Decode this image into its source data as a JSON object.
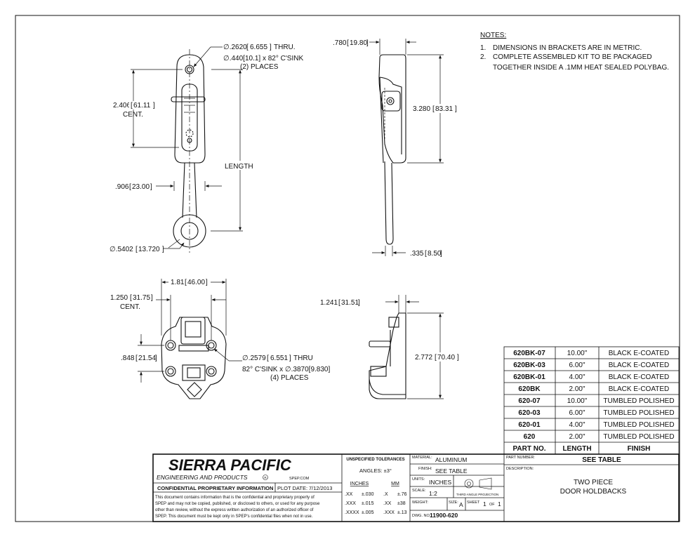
{
  "notes": {
    "title": "NOTES:",
    "items": [
      {
        "num": "1.",
        "text": "DIMENSIONS IN BRACKETS ARE IN METRIC."
      },
      {
        "num": "2.",
        "text": "COMPLETE ASSEMBLED KIT TO BE PACKAGED"
      },
      {
        "num": "",
        "text": "TOGETHER INSIDE A .1MM HEAT SEALED POLYBAG."
      }
    ]
  },
  "views": {
    "front_top": {
      "hole_callout_1": "∅.2620",
      "hole_callout_1m": "6.655",
      "hole_callout_1b": "THRU.",
      "hole_callout_2": "∅.440[10.1] x 82° C'SINK",
      "hole_callout_3": "(2) PLACES",
      "cent_in": "2.406",
      "cent_mm": "61.11",
      "cent_lbl": "CENT.",
      "length_lbl": "LENGTH",
      "width_in": ".906",
      "width_mm": "23.00",
      "ring_in": "∅.5402",
      "ring_mm": "13.720"
    },
    "side_top": {
      "top_in": ".780",
      "top_mm": "19.80",
      "height_in": "3.280",
      "height_mm": "83.31",
      "thk_in": ".335",
      "thk_mm": "8.50"
    },
    "front_bottom": {
      "width_in": "1.81",
      "width_mm": "46.00",
      "cent_in": "1.250",
      "cent_mm": "31.75",
      "cent_lbl": "CENT.",
      "vert_in": ".848",
      "vert_mm": "21.54",
      "hole_1": "∅.2579",
      "hole_1m": "6.551",
      "hole_1b": "THRU",
      "hole_2": "82° C'SINK  x  ∅.3870[9.830]",
      "hole_3": "(4) PLACES"
    },
    "side_bottom": {
      "top_in": "1.241",
      "top_mm": "31.51",
      "height_in": "2.772",
      "height_mm": "70.40"
    }
  },
  "parts_table": {
    "headers": [
      "PART NO.",
      "LENGTH",
      "FINISH"
    ],
    "rows": [
      [
        "620BK-07",
        "10.00\"",
        "BLACK E-COATED"
      ],
      [
        "620BK-03",
        "6.00\"",
        "BLACK E-COATED"
      ],
      [
        "620BK-01",
        "4.00\"",
        "BLACK E-COATED"
      ],
      [
        "620BK",
        "2.00\"",
        "BLACK E-COATED"
      ],
      [
        "620-07",
        "10.00\"",
        "TUMBLED POLISHED"
      ],
      [
        "620-03",
        "6.00\"",
        "TUMBLED POLISHED"
      ],
      [
        "620-01",
        "4.00\"",
        "TUMBLED POLISHED"
      ],
      [
        "620",
        "2.00\"",
        "TUMBLED POLISHED"
      ]
    ]
  },
  "title_block": {
    "company": "SIERRA PACIFIC",
    "company_sub": "ENGINEERING AND PRODUCTS",
    "reg_mark": "R",
    "website": "SPEP.COM",
    "confidential": "CONFIDENTIAL PROPRIETARY INFORMATION",
    "plot_label": "PLOT DATE:",
    "plot_date": "7/12/2013",
    "disclaimer": [
      "This document contains information that is the confidential and proprietary property of",
      "SPEP and may not be copied, published, or disclosed to others, or used for any purpose",
      "other than review, without the express written authorization of an authorized officer of",
      "SPEP. This document must be kept only in SPEP's confidential files when not in use."
    ],
    "tol_title": "UNSPECIFIED TOLERANCES",
    "angles": "ANGLES: ±3°",
    "inches_hdr": "INCHES",
    "mm_hdr": "MM",
    "tol_rows": [
      [
        ".XX",
        "±.030",
        ".X",
        "±.76"
      ],
      [
        ".XXX",
        "±.015",
        ".XX",
        "±38"
      ],
      [
        ".XXXX",
        "±.005",
        ".XXX",
        "±.13"
      ]
    ],
    "material_lbl": "MATERIAL:",
    "material": "ALUMINUM",
    "finish_lbl": "FINISH:",
    "finish": "SEE TABLE",
    "units_lbl": "UNITS:",
    "units": "INCHES",
    "scale_lbl": "SCALE:",
    "scale": "1:2",
    "projection": "THIRD ANGLE PROJECTION",
    "weight_lbl": "WEIGHT:",
    "size_lbl": "SIZE:",
    "size": "A",
    "sheet_lbl": "SHEET",
    "sheet": "1",
    "of_lbl": "OF",
    "sheet_total": "1",
    "dwg_lbl": "DWG. NO.:",
    "dwg_no": "11900-620",
    "partnum_lbl": "PART NUMBER:",
    "partnum": "SEE TABLE",
    "desc_lbl": "DESCRIPTION:",
    "desc_1": "TWO PIECE",
    "desc_2": "DOOR HOLDBACKS"
  }
}
